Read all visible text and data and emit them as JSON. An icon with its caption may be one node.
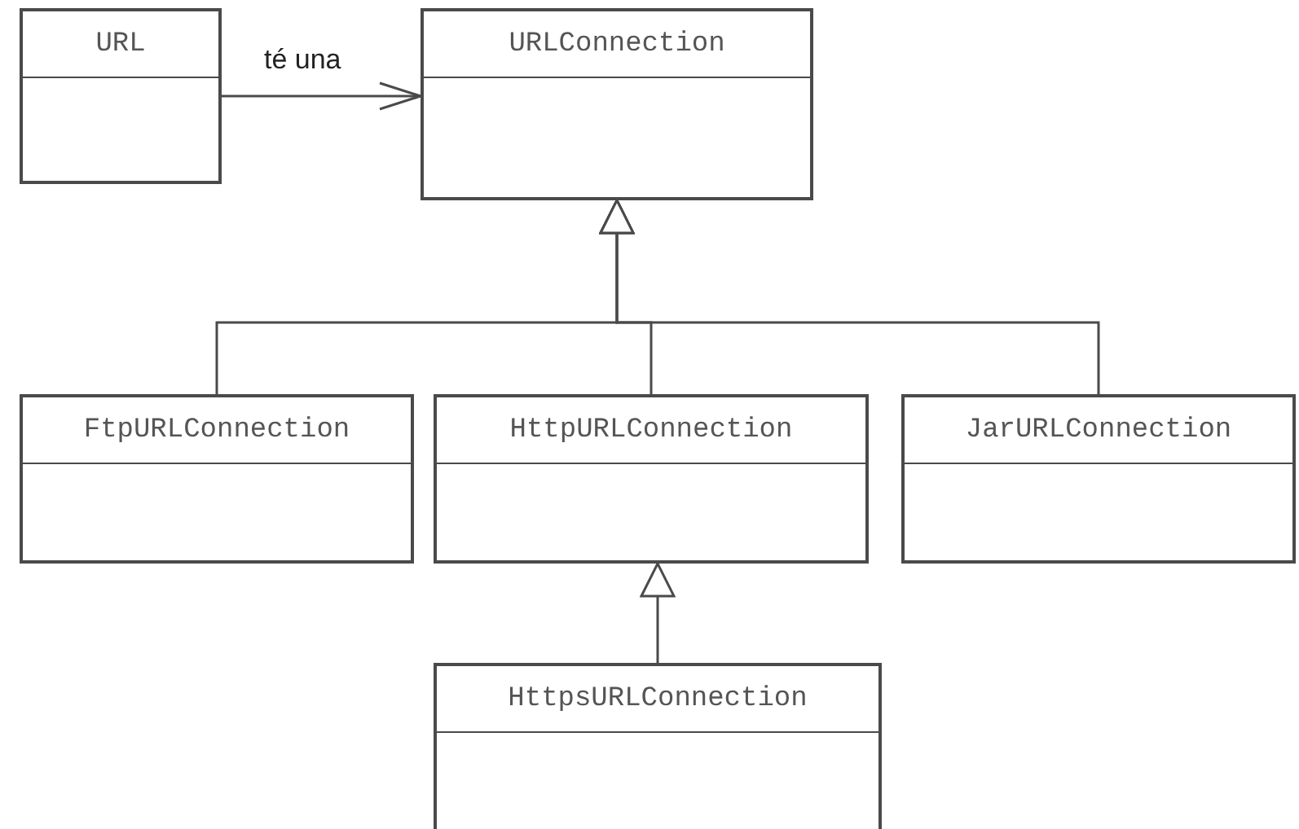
{
  "diagram": {
    "nodes": [
      {
        "text": [
          "URL"
        ]
      },
      {
        "text": [
          "URLConnection"
        ]
      },
      {
        "text": [
          "FtpURLConnection"
        ]
      },
      {
        "text": [
          "HttpURLConnection"
        ]
      },
      {
        "text": [
          "JarURLConnection"
        ]
      },
      {
        "text": [
          "HttpsURLConnection"
        ]
      }
    ],
    "edges": [
      {
        "from": 0,
        "to": 1,
        "arrow": "to",
        "label": "té una"
      },
      {
        "from": 2,
        "to": 1,
        "arrow": "to"
      },
      {
        "from": 3,
        "to": 1,
        "arrow": "to"
      },
      {
        "from": 4,
        "to": 1,
        "arrow": "to"
      },
      {
        "from": 5,
        "to": 3,
        "arrow": "to"
      }
    ]
  }
}
